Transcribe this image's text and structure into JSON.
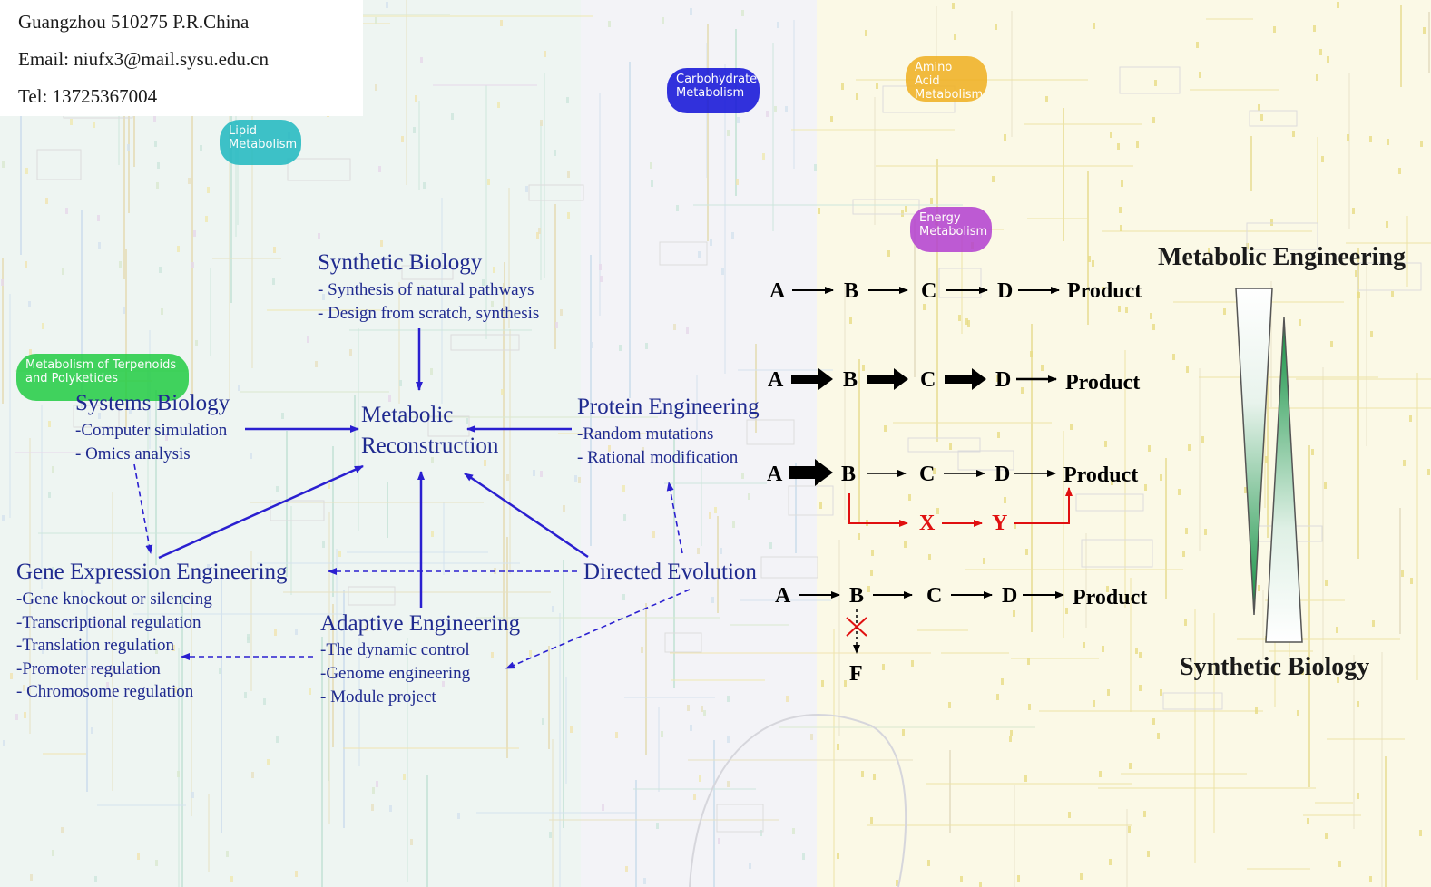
{
  "colors": {
    "text_blue": "#1f2a8f",
    "arrow_blue": "#2a1fd0",
    "red": "#e01010",
    "green": "#0f8f3f"
  },
  "contact": {
    "address": "Guangzhou 510275 P.R.China",
    "email": "Email: niufx3@mail.sysu.edu.cn",
    "tel": "Tel: 13725367004"
  },
  "background_pills": {
    "lipid": "Lipid Metabolism",
    "carbohydrate": "Carbohydrate Metabolism",
    "amino_acid": "Amino Acid Metabolism",
    "energy": "Energy Metabolism",
    "terpenoids": "Metabolism of Terpenoids and Polyketides"
  },
  "diagram": {
    "center": {
      "line1": "Metabolic",
      "line2": "Reconstruction"
    },
    "synthetic_biology": {
      "title": "Synthetic Biology",
      "items": [
        "- Synthesis of natural pathways",
        "- Design from scratch, synthesis"
      ]
    },
    "systems_biology": {
      "title": "Systems Biology",
      "items": [
        "-Computer simulation",
        "- Omics analysis"
      ]
    },
    "protein_engineering": {
      "title": "Protein Engineering",
      "items": [
        "-Random mutations",
        "- Rational modification"
      ]
    },
    "gene_expression": {
      "title": "Gene Expression Engineering",
      "items": [
        "-Gene knockout or silencing",
        "-Transcriptional regulation",
        "-Translation regulation",
        "-Promoter regulation",
        "- Chromosome regulation"
      ]
    },
    "directed_evolution": {
      "title": "Directed Evolution"
    },
    "adaptive_engineering": {
      "title": "Adaptive Engineering",
      "items": [
        "-The dynamic control",
        "-Genome engineering",
        "- Module project"
      ]
    }
  },
  "pathways": {
    "nodes": [
      "A",
      "B",
      "C",
      "D"
    ],
    "product": "Product",
    "branch": {
      "x": "X",
      "y": "Y"
    },
    "side": "F"
  },
  "spectrum": {
    "top": "Metabolic Engineering",
    "bottom": "Synthetic Biology"
  }
}
